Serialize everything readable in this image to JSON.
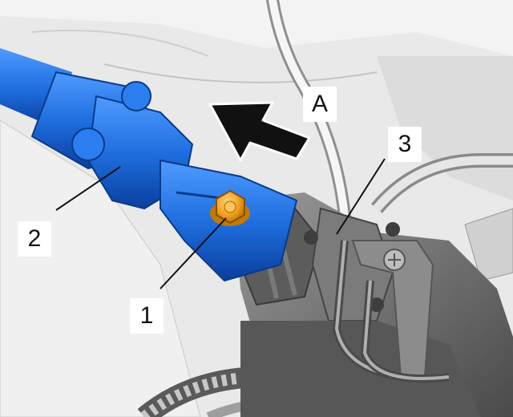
{
  "callouts": {
    "bolt": "1",
    "shaft": "2",
    "steering_gear": "3",
    "direction": "A"
  },
  "colors": {
    "shaft_blue": "#1f6fe0",
    "bolt_orange": "#f0a020",
    "background_grey": "#e9e9e9",
    "housing_grey": "#6e6e6e"
  }
}
